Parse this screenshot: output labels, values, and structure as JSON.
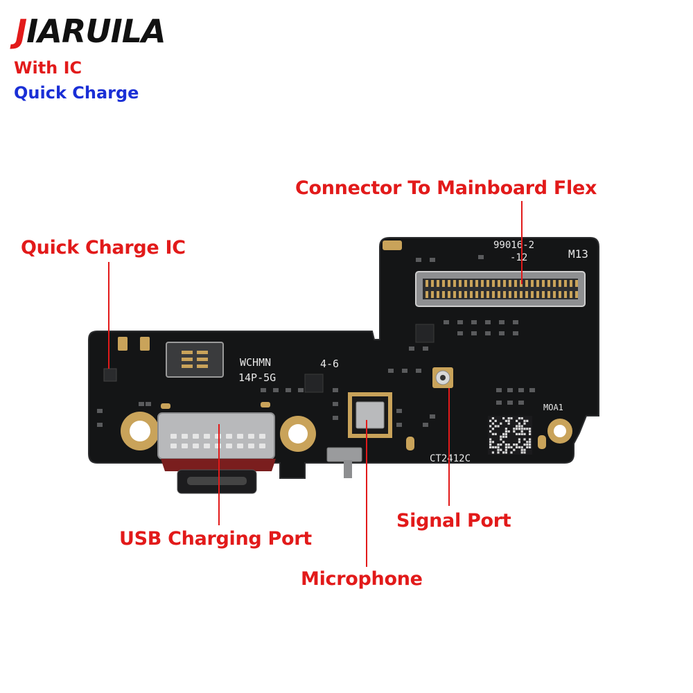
{
  "brand": {
    "first_letter": "J",
    "rest": "IARUILA",
    "accent_color": "#e21a1a"
  },
  "tags": {
    "with_ic": "With IC",
    "quick_charge": "Quick Charge",
    "blue_color": "#1a2fd6"
  },
  "labels": {
    "connector": "Connector To Mainboard Flex",
    "quick_charge_ic": "Quick Charge IC",
    "usb_port": "USB Charging Port",
    "signal_port": "Signal Port",
    "microphone": "Microphone"
  },
  "silkscreen": {
    "part_no_1": "99016-2",
    "part_no_2": "-12",
    "model": "M13",
    "maker": "WCHMN",
    "spec": "14P-5G",
    "rev": "4-6",
    "moa": "MOA1",
    "code": "CT2412C"
  },
  "colors": {
    "pcb": "#141516",
    "gold": "#c9a35a",
    "label_red": "#e21a1a"
  }
}
